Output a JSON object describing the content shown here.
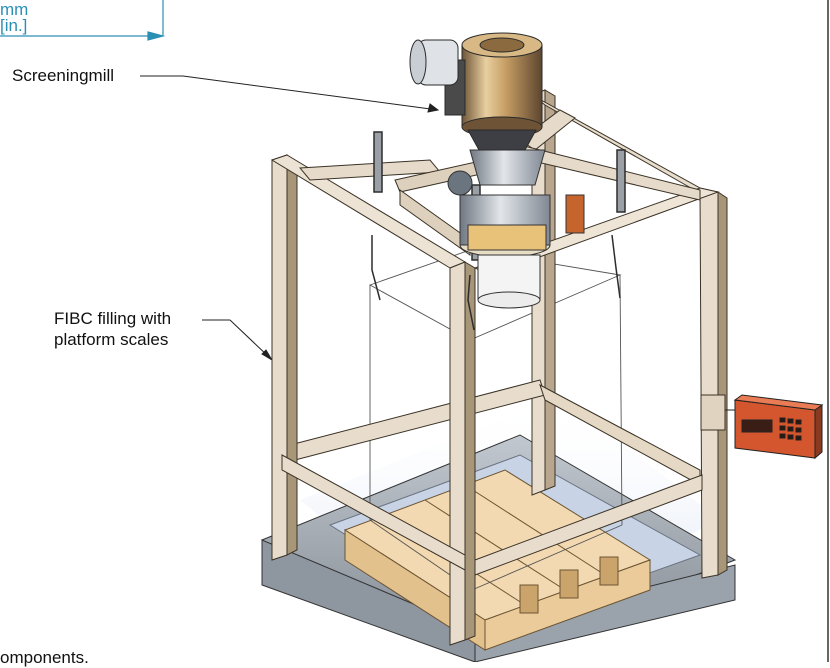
{
  "units": {
    "line1": "mm",
    "line2": "[in.]"
  },
  "callouts": {
    "mill": "Screeningmill",
    "fibc_line1": "FIBC filling with",
    "fibc_line2": "platform scales"
  },
  "footer": {
    "cut_text": "omponents."
  },
  "colors": {
    "frame_light": "#e7dccd",
    "frame_dark": "#8a7a63",
    "wood": "#f2d7ae",
    "base_steel": "#a9b0b8",
    "mill_brass": "#c9a36a",
    "display_red": "#d4562f",
    "unit_blue": "#2a8fb5"
  }
}
